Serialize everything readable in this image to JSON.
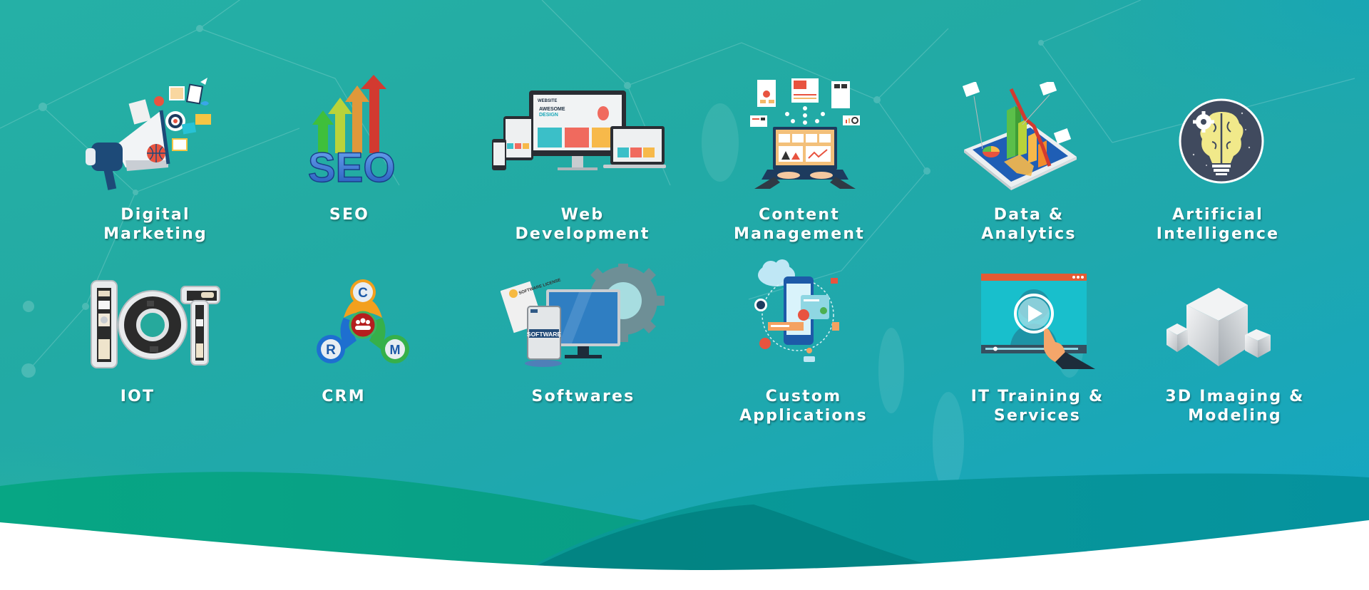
{
  "colors": {
    "bg_top_left": "#25b0a6",
    "bg_top_right": "#13a6c6",
    "bg_bottom_left": "#2db596",
    "wave_left": "#0a9c82",
    "wave_right": "#06949c",
    "wave_overlap": "#008080",
    "label_text": "#ffffff"
  },
  "services": [
    {
      "id": "digital-marketing",
      "icon": "megaphone-icon",
      "lines": [
        "Digital",
        "Marketing"
      ]
    },
    {
      "id": "seo",
      "icon": "seo-growth-arrows-icon",
      "lines": [
        "SEO"
      ]
    },
    {
      "id": "web-development",
      "icon": "responsive-devices-icon",
      "lines": [
        "Web",
        "Development"
      ],
      "icon_text": {
        "brand": "WEBSITE",
        "headline1": "AWESOME",
        "headline2": "DESIGN"
      }
    },
    {
      "id": "content-management",
      "icon": "laptop-content-icon",
      "lines": [
        "Content",
        "Management"
      ]
    },
    {
      "id": "data-analytics",
      "icon": "tablet-chart-icon",
      "lines": [
        "Data &",
        "Analytics"
      ]
    },
    {
      "id": "artificial-intelligence",
      "icon": "brain-bulb-icon",
      "lines": [
        "Artificial",
        "Intelligence"
      ]
    },
    {
      "id": "iot",
      "icon": "iot-letters-icon",
      "lines": [
        "IOT"
      ],
      "icon_text": {
        "letters": "IOT"
      }
    },
    {
      "id": "crm",
      "icon": "crm-circles-icon",
      "lines": [
        "CRM"
      ],
      "icon_text": {
        "c": "C",
        "r": "R",
        "m": "M"
      }
    },
    {
      "id": "softwares",
      "icon": "software-box-gears-icon",
      "lines": [
        "Softwares"
      ],
      "icon_text": {
        "box": "SOFTWARE",
        "license": "SOFTWARE LICENSE"
      }
    },
    {
      "id": "custom-applications",
      "icon": "mobile-app-icon",
      "lines": [
        "Custom",
        "Applications"
      ]
    },
    {
      "id": "it-training",
      "icon": "video-training-icon",
      "lines": [
        "IT Training &",
        "Services"
      ]
    },
    {
      "id": "3d-imaging",
      "icon": "3d-cubes-icon",
      "lines": [
        "3D Imaging &",
        "Modeling"
      ]
    }
  ]
}
